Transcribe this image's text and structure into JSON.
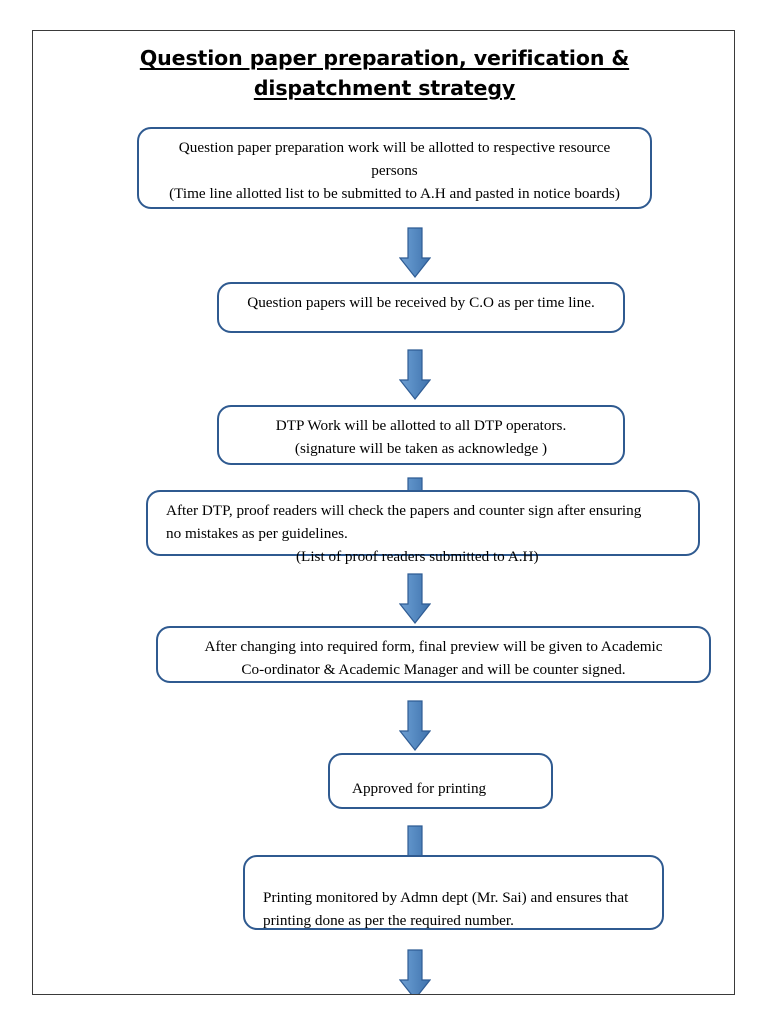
{
  "document": {
    "title_lines": [
      "Question paper preparation, verification &",
      "dispatchment strategy"
    ]
  },
  "theme": {
    "box_border": "#2f5a90",
    "arrow_fill": "#4a7fba",
    "arrow_fill_light": "#6f9ed0",
    "arrow_stroke": "#2f5c94",
    "page_border": "#3a3a3a",
    "text": "#000000",
    "background": "#ffffff"
  },
  "flowchart": {
    "type": "flowchart",
    "orientation": "top-to-bottom",
    "steps": [
      {
        "id": "step-1",
        "name": "question-paper-preparation-allotment",
        "align": "center",
        "lines": [
          "Question paper preparation work will be allotted to respective resource",
          "persons",
          "(Time line allotted list to be submitted to A.H and pasted in notice boards)"
        ]
      },
      {
        "id": "step-2",
        "name": "question-papers-received-by-co",
        "align": "center",
        "lines": [
          "Question papers will be received by C.O as per time line."
        ]
      },
      {
        "id": "step-3",
        "name": "dtp-work-allotment",
        "align": "center",
        "lines": [
          "DTP Work will be allotted to all DTP operators.",
          "(signature will be taken as acknowledge )"
        ]
      },
      {
        "id": "step-4",
        "name": "proof-reading-and-counter-sign",
        "align": "mixed",
        "lines": [
          "After DTP, proof readers will check the papers and counter sign after ensuring",
          "no mistakes as per guidelines.",
          "(List of proof readers submitted to A.H)"
        ]
      },
      {
        "id": "step-5",
        "name": "final-preview-academic-approval",
        "align": "center",
        "lines": [
          "After changing into required form, final preview will be given to Academic",
          "Co-ordinator & Academic Manager and will be counter signed."
        ]
      },
      {
        "id": "step-6",
        "name": "approved-for-printing",
        "align": "left",
        "lines": [
          "Approved for printing"
        ]
      },
      {
        "id": "step-7",
        "name": "printing-monitored-by-admn",
        "align": "left",
        "lines": [
          "Printing monitored by Admn dept (Mr. Sai) and ensures that",
          "printing done as per the required number."
        ]
      }
    ],
    "connectors": [
      {
        "id": "arrow-1",
        "name": "arrow-step1-to-step2",
        "glyph": "down-arrow"
      },
      {
        "id": "arrow-2",
        "name": "arrow-step2-to-step3",
        "glyph": "down-arrow"
      },
      {
        "id": "arrow-3",
        "name": "arrow-step3-to-step4",
        "glyph": "down-arrow"
      },
      {
        "id": "arrow-4",
        "name": "arrow-step4-to-step5",
        "glyph": "down-arrow"
      },
      {
        "id": "arrow-5",
        "name": "arrow-step5-to-step6",
        "glyph": "down-arrow"
      },
      {
        "id": "arrow-6",
        "name": "arrow-step6-to-step7",
        "glyph": "down-arrow"
      },
      {
        "id": "arrow-7",
        "name": "arrow-step7-to-next-page",
        "glyph": "down-arrow"
      }
    ]
  }
}
